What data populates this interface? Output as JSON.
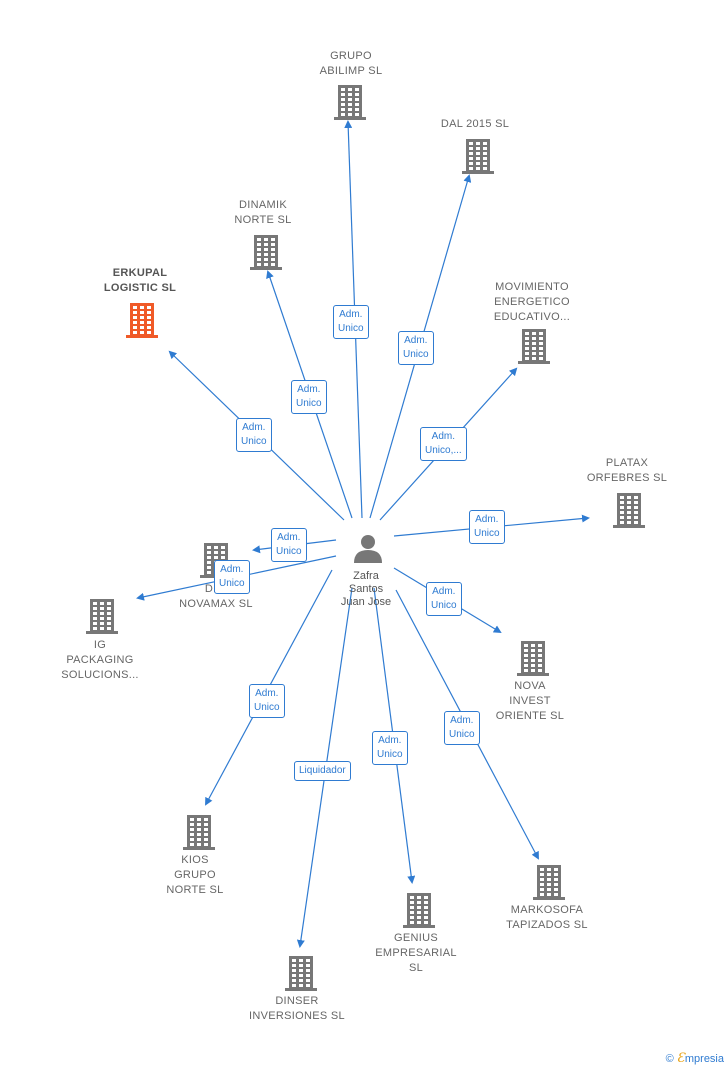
{
  "center": {
    "name": "Zafra\nSantos\nJuan Jose"
  },
  "companies": [
    {
      "id": "grupo-abilimp",
      "label": "GRUPO\nABILIMP SL",
      "role": "Adm.\nUnico",
      "highlight": false
    },
    {
      "id": "dal-2015",
      "label": "DAL 2015  SL",
      "role": "Adm.\nUnico",
      "highlight": false
    },
    {
      "id": "dinamik-norte",
      "label": "DINAMIK\nNORTE SL",
      "role": "Adm.\nUnico",
      "highlight": false
    },
    {
      "id": "erkupal-logistic",
      "label": "ERKUPAL\nLOGISTIC  SL",
      "role": "Adm.\nUnico",
      "highlight": true
    },
    {
      "id": "movimiento-energetico",
      "label": "MOVIMIENTO\nENERGETICO\nEDUCATIVO...",
      "role": "Adm.\nUnico,...",
      "highlight": false
    },
    {
      "id": "platax-orfebres",
      "label": "PLATAX\nORFEBRES SL",
      "role": "Adm.\nUnico",
      "highlight": false
    },
    {
      "id": "del-novamax",
      "label": "DEL\nNOVAMAX  SL",
      "role": "Adm.\nUnico",
      "highlight": false
    },
    {
      "id": "ig-packaging",
      "label": "IG\nPACKAGING\nSOLUCIONS...",
      "role": "Adm.\nUnico",
      "highlight": false
    },
    {
      "id": "nova-invest",
      "label": "NOVA\nINVEST\nORIENTE  SL",
      "role": "Adm.\nUnico",
      "highlight": false
    },
    {
      "id": "kios-grupo-norte",
      "label": "KIOS\nGRUPO\nNORTE SL",
      "role": "Adm.\nUnico",
      "highlight": false
    },
    {
      "id": "dinser-inversiones",
      "label": "DINSER\nINVERSIONES SL",
      "role": "Liquidador",
      "highlight": false
    },
    {
      "id": "genius-empresarial",
      "label": "GENIUS\nEMPRESARIAL\nSL",
      "role": "Adm.\nUnico",
      "highlight": false
    },
    {
      "id": "markosofa-tapizados",
      "label": "MARKOSOFA\nTAPIZADOS SL",
      "role": "Adm.\nUnico",
      "highlight": false
    }
  ],
  "colors": {
    "edge": "#2f7bd1",
    "building": "#777777",
    "building_highlight": "#f05a28",
    "person": "#777777"
  },
  "brand": {
    "copyright": "©",
    "e": "Ɛ",
    "name": "mpresia"
  }
}
